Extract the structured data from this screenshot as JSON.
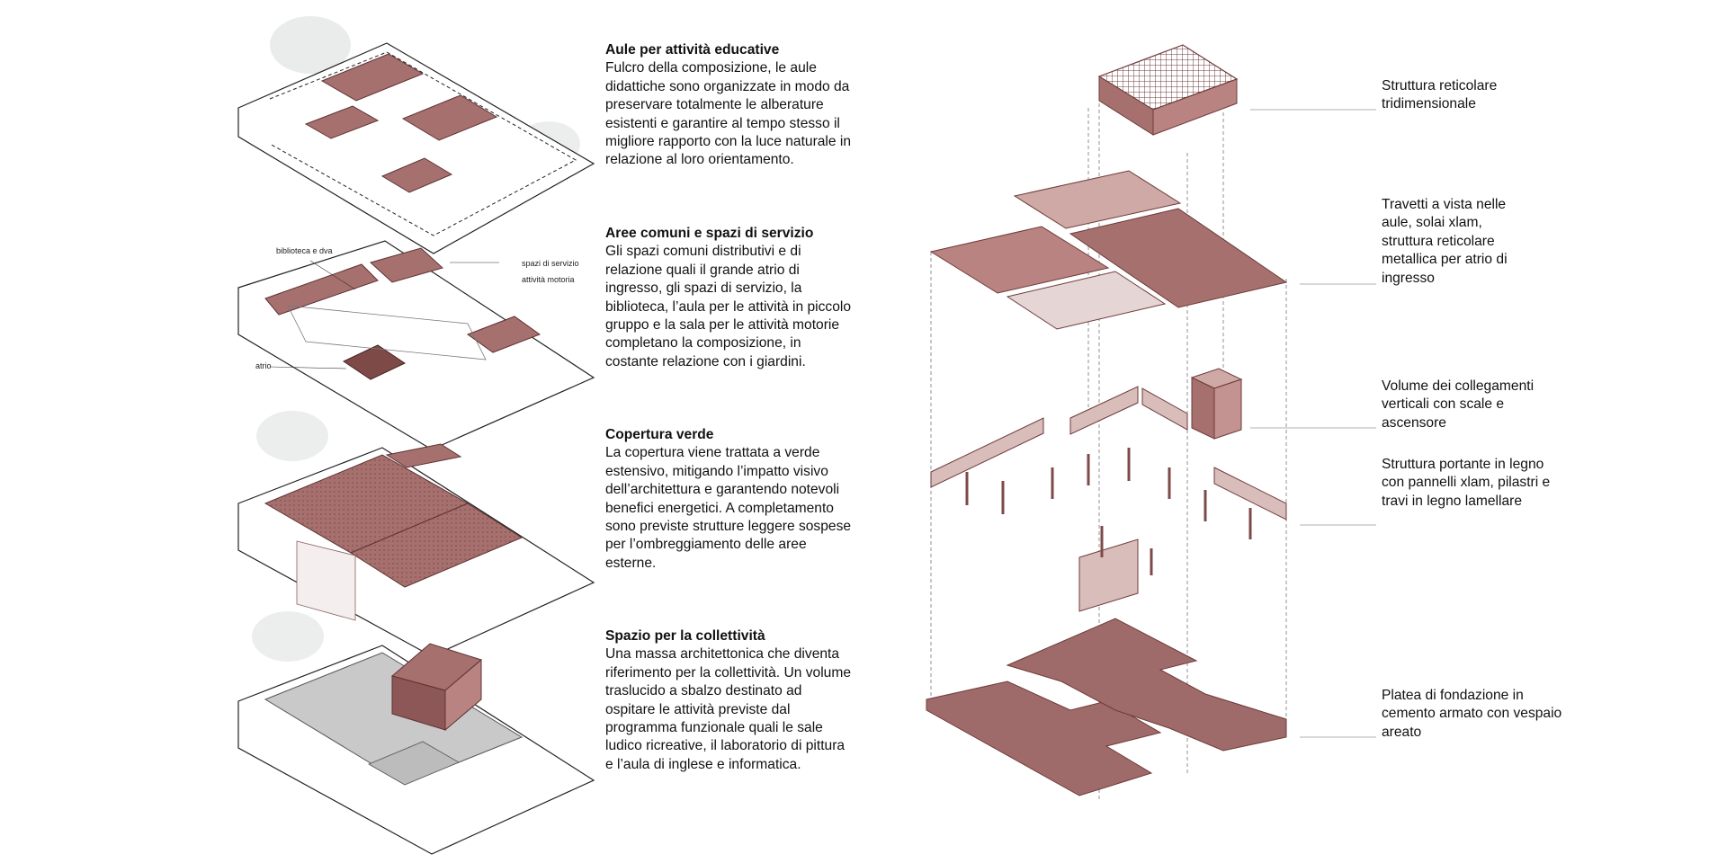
{
  "sections": [
    {
      "title": "Aule per attività educative",
      "body": "Fulcro della composizione, le aule didattiche sono organizzate in modo da preservare totalmente le alberature esistenti e garantire al tempo stesso il migliore rapporto con la luce naturale in relazione al loro orientamento."
    },
    {
      "title": "Aree comuni e spazi di servizio",
      "body": "Gli spazi comuni distributivi e di relazione quali il grande atrio di ingresso, gli spazi di servizio, la biblioteca, l’aula per le attività in piccolo gruppo e la sala per le attività motorie completano la composizione, in costante relazione con i giardini."
    },
    {
      "title": "Copertura verde",
      "body": "La copertura viene trattata a verde estensivo, mitigando l’impatto visivo dell’architettura e garantendo notevoli benefici energetici. A completamento sono previste strutture leggere sospese per l’ombreggiamento delle aree esterne."
    },
    {
      "title": "Spazio per la collettività",
      "body": "Una massa architettonica che diventa riferimento per la collettività. Un volume traslucido a sbalzo destinato ad ospitare le attività previste dal programma funzionale quali le sale ludico ricreative, il laboratorio di pittura e l’aula di inglese e informatica."
    }
  ],
  "plan_tags": {
    "biblioteca": "biblioteca e dva",
    "servizio": "spazi di servizio",
    "motoria": "attività motoria",
    "atrio": "atrio"
  },
  "layers": [
    "Struttura reticolare tridimensionale",
    "Travetti a vista nelle aule, solai xlam, struttura reticolare metallica per atrio di ingresso",
    "Volume dei collegamenti verticali con scale e ascensore",
    "Struttura portante in legno con pannelli xlam, pilastri e travi in legno lamellare",
    "Platea di fondazione in cemento armato con vespaio areato"
  ],
  "colors": {
    "brick": "#a6706f",
    "brick_dark": "#7e4a48",
    "brick_light": "#cfa9a6",
    "line": "#222222"
  }
}
